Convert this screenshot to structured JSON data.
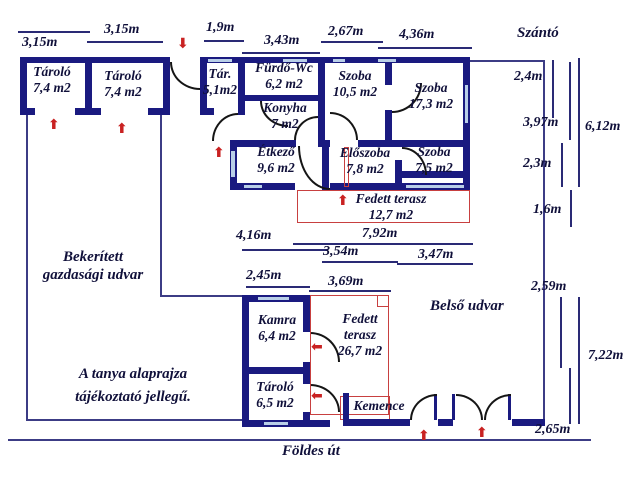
{
  "rooms": [
    {
      "name": "Tároló",
      "area": "7,4 m2"
    },
    {
      "name": "Tároló",
      "area": "7,4 m2"
    },
    {
      "name": "Tár.",
      "area": "5,1m2"
    },
    {
      "name": "Fürdő-Wc",
      "area": "6,2 m2"
    },
    {
      "name": "Konyha",
      "area": "7 m2"
    },
    {
      "name": "Szoba",
      "area": "10,5 m2"
    },
    {
      "name": "Szoba",
      "area": "17,3 m2"
    },
    {
      "name": "Étkező",
      "area": "9,6 m2"
    },
    {
      "name": "Előszoba",
      "area": "7,8 m2"
    },
    {
      "name": "Szoba",
      "area": "7,5 m2"
    },
    {
      "name": "Fedett terasz",
      "area": "12,7 m2"
    },
    {
      "name": "Kamra",
      "area": "6,4 m2"
    },
    {
      "name": "Fedett",
      "name2": "terasz",
      "area": "26,7 m2"
    },
    {
      "name": "Tároló",
      "area": "6,5 m2"
    },
    {
      "name": "Kemence"
    }
  ],
  "labels": {
    "field": "Szántó",
    "inner_yard": "Belső udvar",
    "fenced_yard_1": "Bekerített",
    "fenced_yard_2": "gazdasági udvar",
    "note_1": "A tanya alaprajza",
    "note_2": "tájékoztató jellegű.",
    "road": "Földes út"
  },
  "dims": {
    "top": [
      "3,15m",
      "3,15m",
      "1,9m",
      "3,43m",
      "2,67m",
      "4,36m"
    ],
    "right": [
      "2,4m",
      "3,97m",
      "6,12m",
      "2,3m",
      "1,6m",
      "2,59m",
      "7,22m",
      "2,65m"
    ],
    "middle": [
      "4,16m",
      "7,92m",
      "3,54m",
      "3,47m",
      "2,45m",
      "3,69m"
    ]
  },
  "icons": {
    "arrow_up": "⬆",
    "arrow_down": "⬇",
    "arrow_left": "⬅"
  },
  "colors": {
    "wall": "#1a1a80",
    "boundary": "#3c3c85",
    "window": "#b9cfe8",
    "accent_red": "#c92222",
    "text": "#10103a"
  }
}
